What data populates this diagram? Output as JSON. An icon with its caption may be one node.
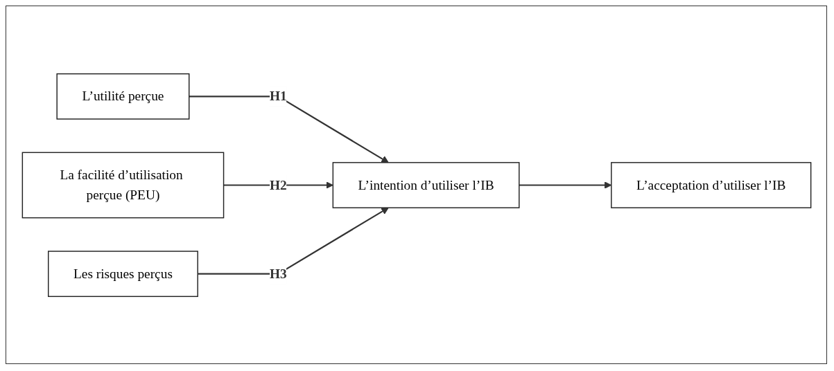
{
  "diagram": {
    "nodes": [
      {
        "text": [
          "L’utilité perçue"
        ]
      },
      {
        "text": [
          "La facilité d’utilisation perçue (PEU)"
        ]
      },
      {
        "text": [
          "Les risques perçus"
        ]
      },
      {
        "text": [
          "L’intention d’utiliser l’IB"
        ]
      },
      {
        "text": [
          "L’acceptation d’utiliser l’IB"
        ]
      }
    ],
    "edges": [
      {
        "from": 0,
        "to": 3,
        "arrow": "to",
        "label": "H1"
      },
      {
        "from": 1,
        "to": 3,
        "arrow": "to",
        "label": "H2"
      },
      {
        "from": 2,
        "to": 3,
        "arrow": "to",
        "label": "H3"
      },
      {
        "from": 3,
        "to": 4,
        "arrow": "to"
      }
    ]
  }
}
